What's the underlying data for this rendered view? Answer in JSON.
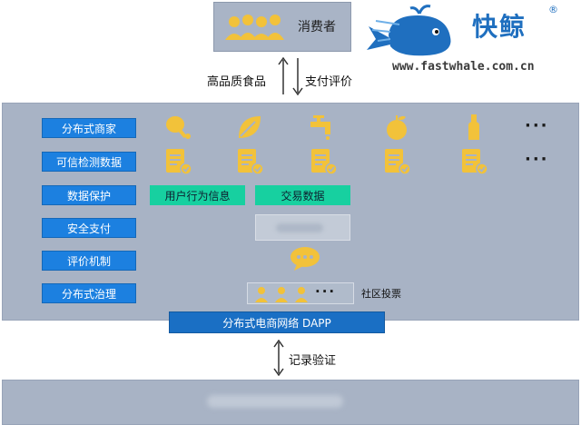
{
  "consumer": {
    "label": "消费者"
  },
  "brand": {
    "name": "快鲸",
    "registered": "®",
    "url": "www.fastwhale.com.cn"
  },
  "flows": {
    "food_label": "高品质食品",
    "pay_label": "支付评价",
    "record_label": "记录验证"
  },
  "rows": [
    {
      "label": "分布式商家"
    },
    {
      "label": "可信检测数据"
    },
    {
      "label": "数据保护"
    },
    {
      "label": "安全支付"
    },
    {
      "label": "评价机制"
    },
    {
      "label": "分布式治理"
    }
  ],
  "merchant_icons": [
    "meat-leg-icon",
    "leaf-icon",
    "faucet-icon",
    "apple-icon",
    "bottle-icon"
  ],
  "ellipsis": "···",
  "data_protection": {
    "user_behavior": "用户行为信息",
    "transaction": "交易数据"
  },
  "governance": {
    "ellipsis": "···",
    "community_label": "社区投票"
  },
  "dapp": {
    "label": "分布式电商网络 DAPP"
  },
  "colors": {
    "panel": "#a8b3c5",
    "row_button": "#1c80e0",
    "dapp_bar": "#1a6fc4",
    "green_tag": "#17d0a0",
    "icon_yellow": "#f2c23a",
    "brand_blue": "#1f6fbf"
  }
}
